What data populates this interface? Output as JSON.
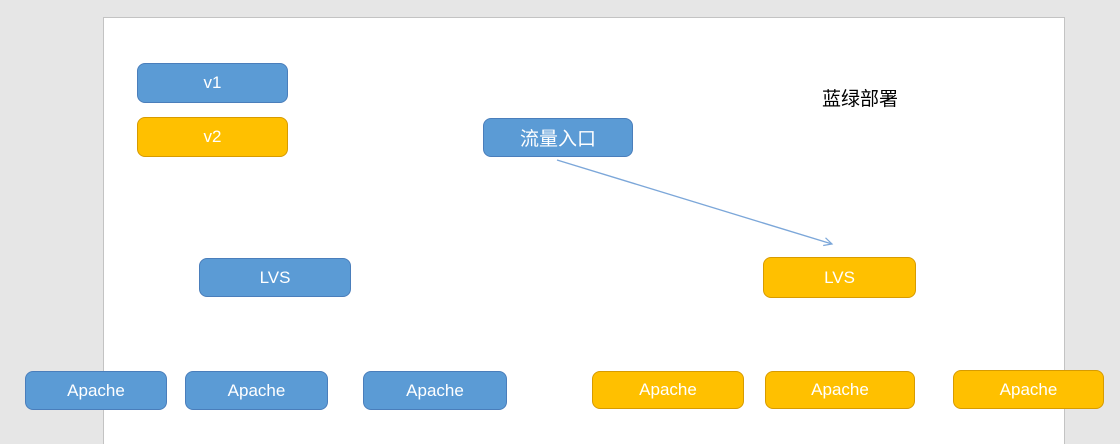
{
  "colors": {
    "page_bg": "#e6e6e6",
    "canvas_bg": "#ffffff",
    "canvas_border": "#c3c3c3",
    "blue_fill": "#5b9bd5",
    "blue_stroke": "#4a7ebb",
    "yellow_fill": "#ffc000",
    "yellow_stroke": "#d79b00",
    "arrow_stroke": "#7ca7d9",
    "shape_text": "#ffffff",
    "title_text": "#000000"
  },
  "diagram": {
    "title": "蓝绿部署",
    "legend": {
      "v1_label": "v1",
      "v2_label": "v2"
    },
    "traffic_entry_label": "流量入口",
    "blue_cluster": {
      "lvs_label": "LVS",
      "apache_labels": [
        "Apache",
        "Apache",
        "Apache"
      ]
    },
    "green_cluster": {
      "lvs_label": "LVS",
      "apache_labels": [
        "Apache",
        "Apache",
        "Apache"
      ]
    }
  }
}
